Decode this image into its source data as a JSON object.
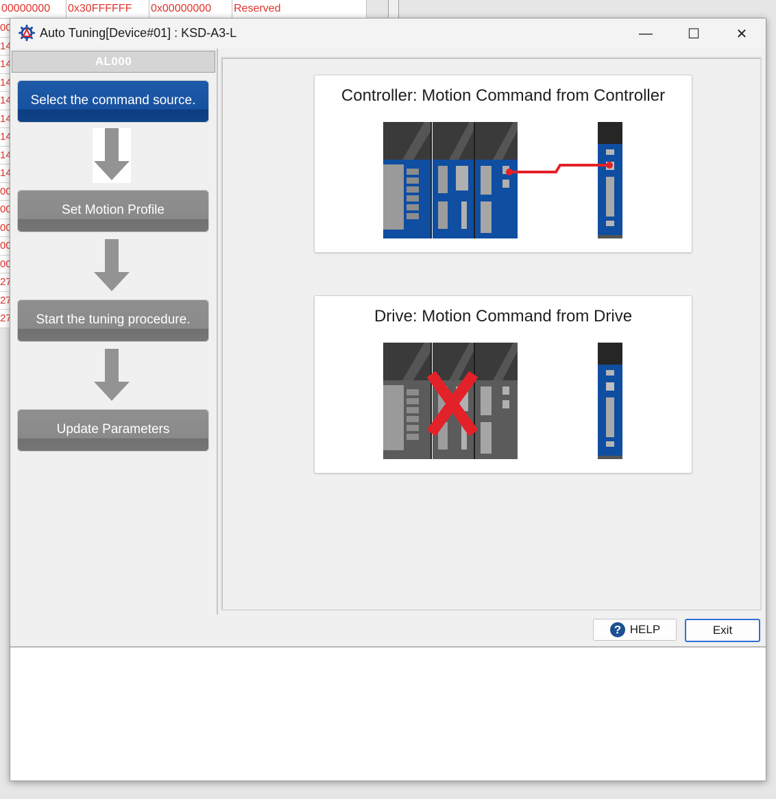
{
  "background_table": {
    "rows": [
      {
        "c1": "00000000",
        "c2": "0x30FFFFFF",
        "c3": "0x00000000",
        "c4": "Reserved"
      }
    ],
    "side_fragments": [
      "00",
      "14",
      "14",
      "14",
      "14",
      "14",
      "14",
      "14",
      "14",
      "00",
      "00",
      "00",
      "00",
      "00",
      "27",
      "27",
      "27"
    ]
  },
  "window": {
    "title": "Auto Tuning[Device#01]  : KSD-A3-L",
    "minimize_glyph": "—",
    "maximize_glyph": "☐",
    "close_glyph": "✕"
  },
  "steps_panel": {
    "alarm_label": "AL000",
    "steps": [
      {
        "label": "Select the command source.",
        "active": true
      },
      {
        "label": "Set Motion Profile",
        "active": false
      },
      {
        "label": "Start the tuning procedure.",
        "active": false
      },
      {
        "label": "Update Parameters",
        "active": false
      }
    ]
  },
  "options": [
    {
      "title": "Controller: Motion Command from Controller",
      "icon": "controller-to-drive-connection-icon"
    },
    {
      "title": "Drive: Motion Command from Drive",
      "icon": "drive-only-controller-disabled-icon"
    }
  ],
  "buttons": {
    "help_label": "HELP",
    "exit_label": "Exit"
  },
  "colors": {
    "accent_blue": "#1752a0",
    "device_blue": "#0f4ea1",
    "connection_red": "#e32128",
    "inactive_gray": "#8a8a8a",
    "bg_red_text": "#e0322a"
  }
}
